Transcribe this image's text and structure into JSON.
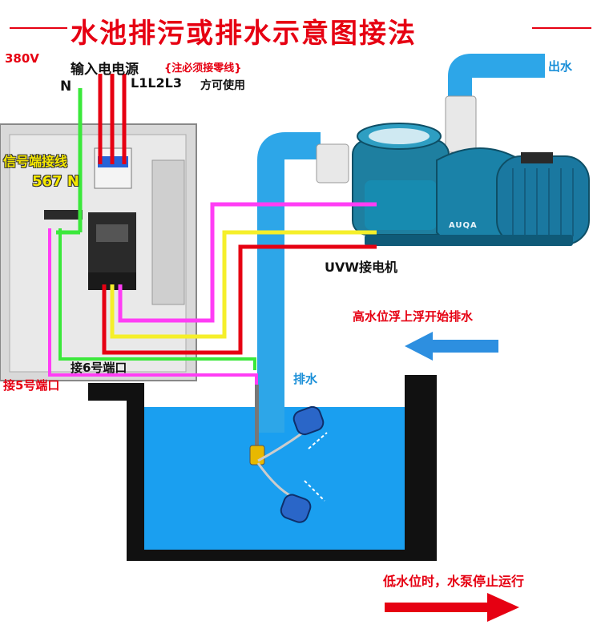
{
  "title": "水池排污或排水示意图接法",
  "voltage": "380V",
  "power_input": "输入电电源",
  "power_note": "{注必须接零线}",
  "lines_label": "L1L2L3",
  "lines_note": "方可使用",
  "neutral_label": "N",
  "signal_terminal": "信号端接线",
  "terminal_numbers": "567 N",
  "outlet_label": "出水",
  "motor_label": "UVW接电机",
  "high_level_label": "高水位浮上浮开始排水",
  "port6_label": "接6号端口",
  "port5_label": "接5号端口",
  "drain_label": "排水",
  "low_level_label": "低水位时，水泵停止运行",
  "pump_brand": "AUQA",
  "colors": {
    "title_red": "#e60012",
    "water_blue": "#1a9ff0",
    "pipe_blue": "#2da6e8",
    "wire_magenta": "#ff3df5",
    "wire_yellow": "#f5ef2a",
    "wire_red": "#e60012",
    "wire_green": "#3be83b",
    "arrow_blue": "#2d8fe0",
    "arrow_red": "#e60012"
  }
}
